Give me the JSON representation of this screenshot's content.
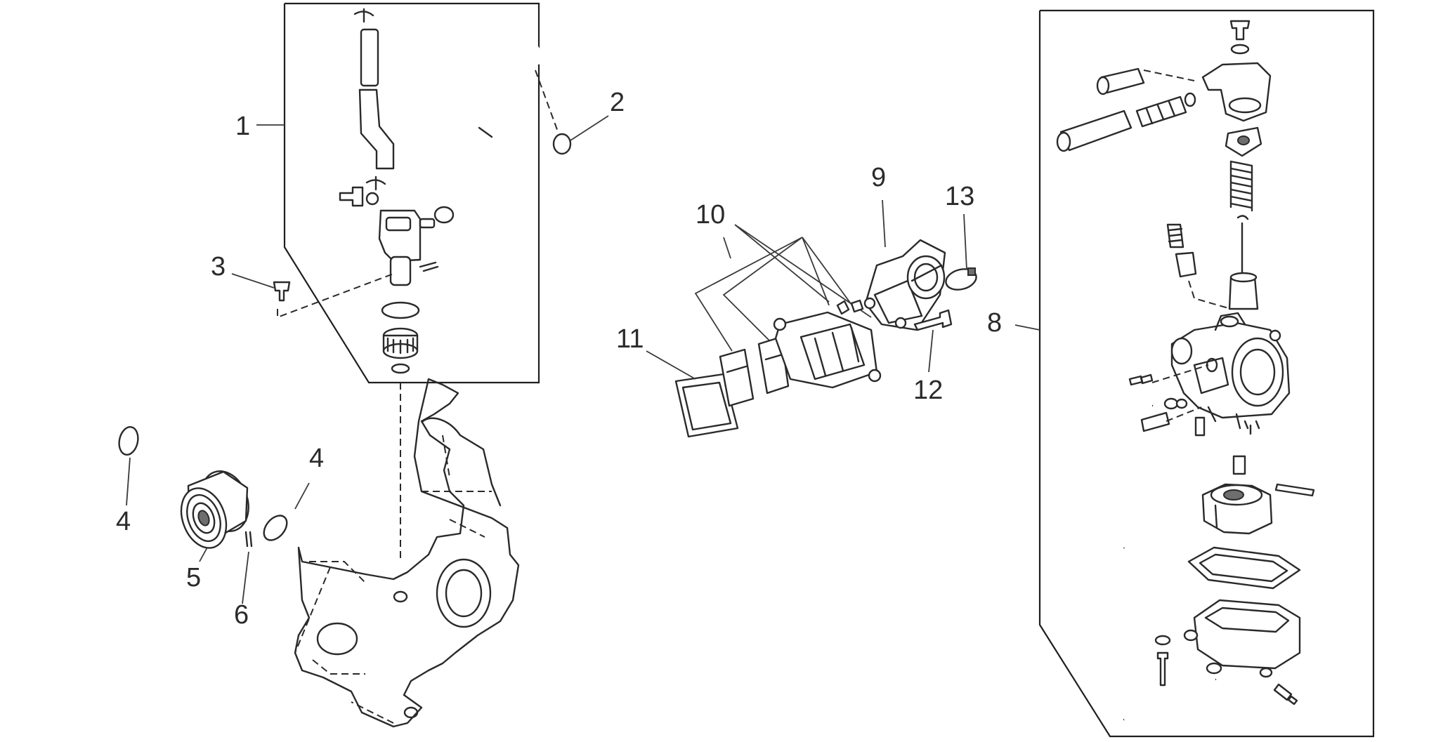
{
  "callouts": {
    "c1": "1",
    "c2": "2",
    "c3": "3",
    "c4a": "4",
    "c4b": "4",
    "c5": "5",
    "c6": "6",
    "c8": "8",
    "c9": "9",
    "c10": "10",
    "c11": "11",
    "c12": "12",
    "c13": "13"
  }
}
